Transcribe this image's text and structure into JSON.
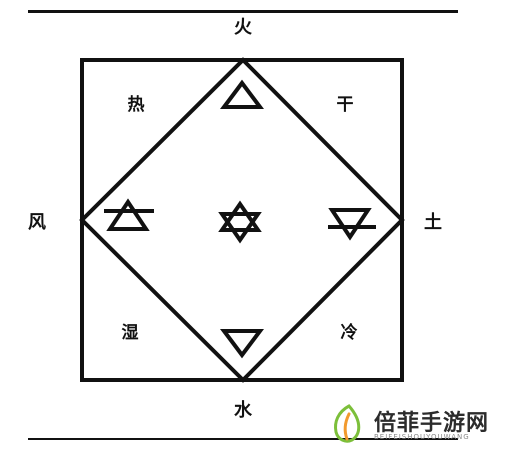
{
  "labels": {
    "top": "火",
    "bottom": "水",
    "left": "风",
    "right": "土",
    "corner_top_left": "热",
    "corner_top_right": "干",
    "corner_bottom_left": "湿",
    "corner_bottom_right": "冷"
  },
  "watermark": {
    "title": "倍菲手游网",
    "subtitle": "BEIFEISHOUYOUWANG"
  },
  "symbols": {
    "top": "fire-symbol",
    "left": "air-symbol",
    "center": "hexagram-symbol",
    "right": "earth-symbol",
    "bottom": "water-symbol"
  },
  "colors": {
    "ink": "#111111",
    "logo_green": "#7cbf3a",
    "logo_orange": "#f29a2e"
  }
}
